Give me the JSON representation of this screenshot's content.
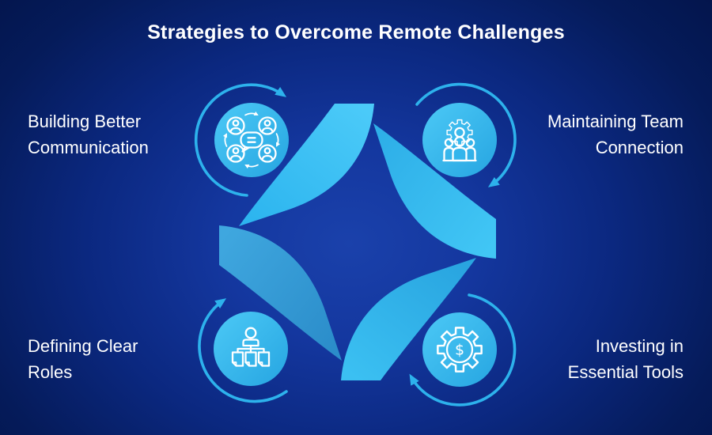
{
  "title": "Strategies to Overcome Remote Challenges",
  "theme": {
    "text-color": "#ffffff",
    "arc-color": "#2db2ec",
    "accent-cyan": "#38c1f3",
    "accent-steel-blue": "#2f93d2",
    "bg-center": "#14379f",
    "bg-edge": "#031348"
  },
  "items": [
    {
      "id": "building-better-communication",
      "position": "top-left",
      "line1": "Building Better",
      "line2": "Communication",
      "icon": "communication-people-icon"
    },
    {
      "id": "maintaining-team-connection",
      "position": "top-right",
      "line1": "Maintaining Team",
      "line2": "Connection",
      "icon": "team-gear-icon"
    },
    {
      "id": "defining-clear-roles",
      "position": "bottom-left",
      "line1": "Defining Clear",
      "line2": "Roles",
      "icon": "org-chart-icon"
    },
    {
      "id": "investing-essential-tools",
      "position": "bottom-right",
      "line1": "Investing in",
      "line2": "Essential Tools",
      "icon": "gear-dollar-icon"
    }
  ],
  "icon_symbols": {
    "dollar": "$",
    "equals_sign": "="
  }
}
